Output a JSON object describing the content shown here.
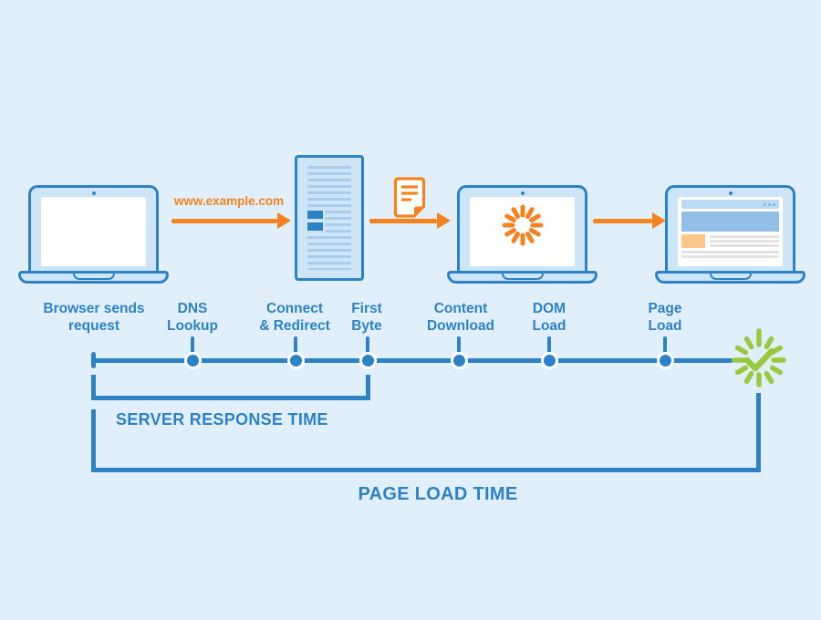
{
  "title": "Page load timeline diagram",
  "flow": {
    "url": "www.example.com",
    "icons": [
      "laptop-browser-icon",
      "request-arrow-icon",
      "server-icon",
      "document-icon",
      "response-arrow-icon",
      "laptop-loading-spinner-icon",
      "render-arrow-icon",
      "laptop-loaded-page-icon",
      "check-burst-icon"
    ]
  },
  "timeline": {
    "stages": [
      {
        "label": "Browser sends\nrequest"
      },
      {
        "label": "DNS\nLookup"
      },
      {
        "label": "Connect\n& Redirect"
      },
      {
        "label": "First\nByte"
      },
      {
        "label": "Content\nDownload"
      },
      {
        "label": "DOM\nLoad"
      },
      {
        "label": "Page\nLoad"
      }
    ]
  },
  "brackets": {
    "server_response": "SERVER RESPONSE TIME",
    "page_load": "PAGE LOAD TIME"
  },
  "colors": {
    "background": "#e1effb",
    "accent_blue": "#2d82c6",
    "device_fill_blue": "#cde5f7",
    "stripe_blue": "#a9cdec",
    "orange": "#f5821f",
    "green": "#99c93c",
    "page_header_blue": "#92bfe7",
    "page_topbar_blue": "#badbf3",
    "peach": "#fdc68b",
    "gray_line": "#e3e3e3"
  }
}
